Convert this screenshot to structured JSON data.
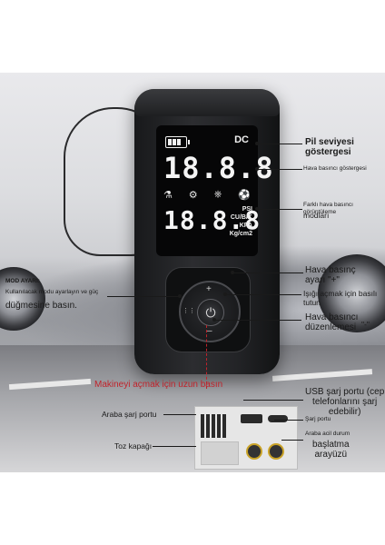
{
  "colors": {
    "accent_red": "#c0232b",
    "device_body": "#1e1f21",
    "label_text": "#1a1a1a"
  },
  "lcd": {
    "dc": "DC",
    "main_digits": "18.8.8",
    "sub_digits": "18.8.8",
    "units": [
      "PSI",
      "CU/B/K",
      "KPA",
      "Kg/cm2"
    ]
  },
  "callouts": {
    "battery_indicator": "Pil seviyesi\ngöstergesi",
    "pressure_display": "Hava basıncı göstergesi",
    "units_display_small": "Farklı hava basıncı görüntüleme",
    "units_display_mod": "modları",
    "inflate_plus": "Hava basınç\nayarı \"+\"",
    "light_hold": "Işığı açmak için basılı\ntutun",
    "pressure_adjust": "Hava basıncı\ndüzenlemesi",
    "minus_marker": "\"-\"",
    "mode_title": "MOD AYARI:",
    "mode_desc": "Kullanılacak modu ayarlayın ve güç",
    "mode_press": "düğmesine basın.",
    "long_press": "Makineyi açmak için uzun basın",
    "usb_port": "USB şarj portu (cep\ntelefonlarını şarj\nedebilir)",
    "charge_port": "Şarj portu",
    "car_charge": "Araba şarj portu",
    "dust_cover": "Toz kapağı",
    "emergency": "Araba acil durum",
    "emergency_2": "başlatma\narayüzü"
  },
  "icons": {
    "mode_icons": [
      "car-icon",
      "motorcycle-icon",
      "bicycle-icon",
      "ball-icon"
    ],
    "power": "power-icon"
  }
}
